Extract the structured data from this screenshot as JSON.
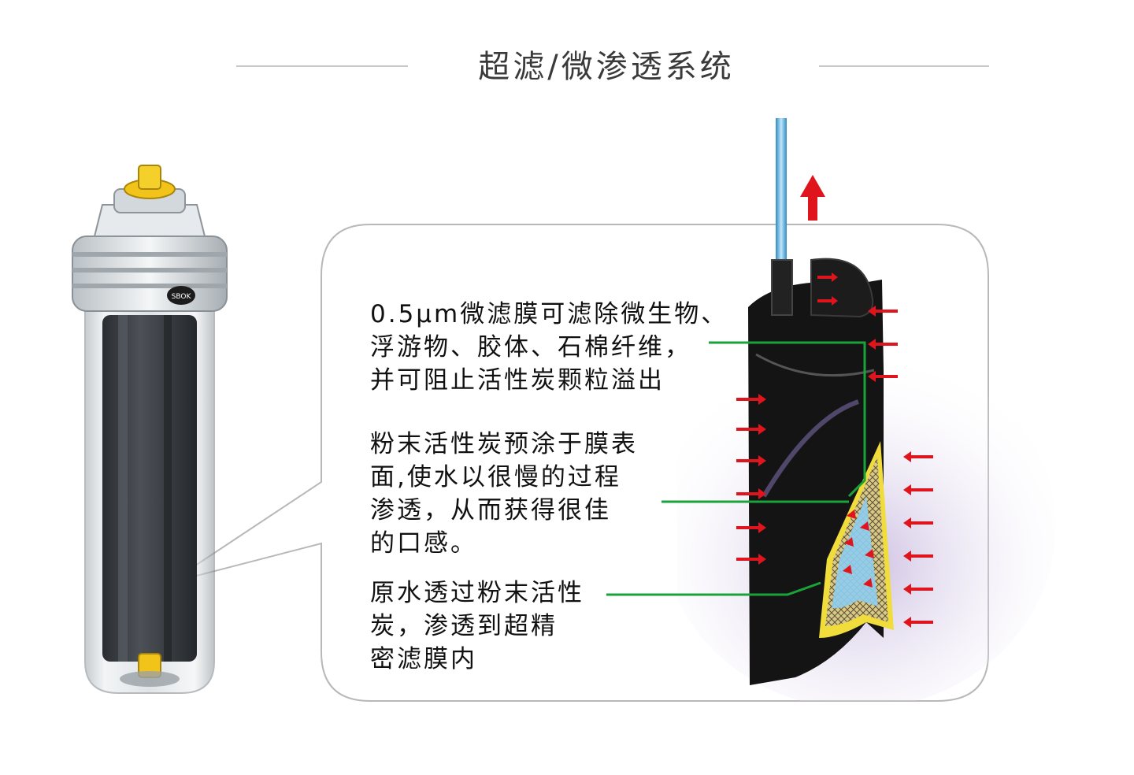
{
  "header": {
    "title": "超滤/微渗透系统"
  },
  "filter": {
    "badge": "SBOK"
  },
  "callouts": [
    {
      "text": "0.5μm微滤膜可滤除微生物、\n浮游物、胶体、石棉纤维，\n并可阻止活性炭颗粒溢出"
    },
    {
      "text": "粉末活性炭预涂于膜表\n面,使水以很慢的过程\n渗透，从而获得很佳\n的口感。"
    },
    {
      "text": "原水透过粉末活性\n炭，渗透到超精\n密滤膜内"
    }
  ],
  "colors": {
    "leader_line": "#1aa33a",
    "flow_arrow": "#e0141c",
    "membrane_dark": "#141414",
    "carbon_layer": "#f0dc3a",
    "filter_core": "#3a3e44"
  }
}
